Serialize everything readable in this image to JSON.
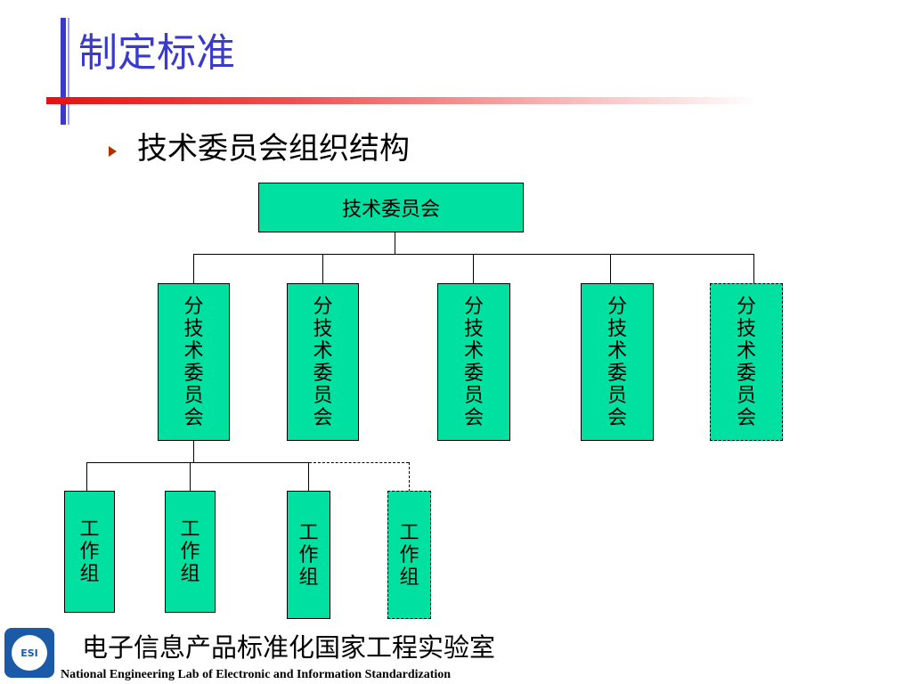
{
  "slide": {
    "title": "制定标准",
    "bullet": "技术委员会组织结构"
  },
  "org_chart": {
    "root": "技术委员会",
    "subcommittees": [
      {
        "label": [
          "分",
          "技",
          "术",
          "委",
          "员",
          "会"
        ],
        "dashed": false
      },
      {
        "label": [
          "分",
          "技",
          "术",
          "委",
          "员",
          "会"
        ],
        "dashed": false
      },
      {
        "label": [
          "分",
          "技",
          "术",
          "委",
          "员",
          "会"
        ],
        "dashed": false
      },
      {
        "label": [
          "分",
          "技",
          "术",
          "委",
          "员",
          "会"
        ],
        "dashed": false
      },
      {
        "label": [
          "分",
          "技",
          "术",
          "委",
          "员",
          "会"
        ],
        "dashed": true
      }
    ],
    "working_groups": [
      {
        "label": [
          "工",
          "作",
          "组"
        ],
        "dashed": false
      },
      {
        "label": [
          "工",
          "作",
          "组"
        ],
        "dashed": false
      },
      {
        "label": [
          "工",
          "作",
          "组"
        ],
        "dashed": false
      },
      {
        "label": [
          "工",
          "作",
          "组"
        ],
        "dashed": true
      }
    ]
  },
  "footer": {
    "logo_text": "ESI",
    "org_name_cn": "电子信息产品标准化国家工程实验室",
    "org_name_en": "National Engineering Lab of Electronic and Information Standardization"
  },
  "colors": {
    "box_fill": "#00e0a0",
    "title": "#3a3acc",
    "rule": "#e81010",
    "logo": "#1a5aa6"
  }
}
